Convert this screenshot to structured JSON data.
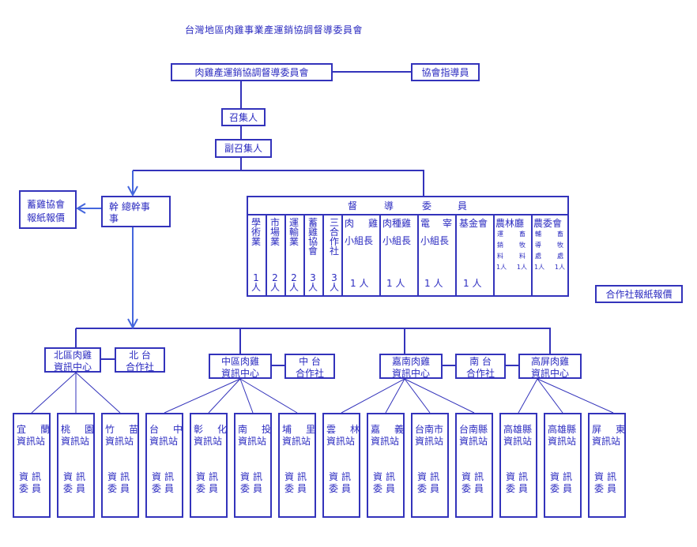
{
  "title": "台灣地區肉雞事業產運銷協調督導委員會",
  "top": {
    "main_committee": "肉雞產運銷協調督導委員會",
    "advisor": "協會指導員",
    "convener": "召集人",
    "deputy_convener": "副召集人",
    "secretary": [
      "幹 總幹事",
      "事"
    ],
    "association_price": [
      "蓄雞協會",
      "報紙報價"
    ],
    "coop_price": "合作社報紙報價"
  },
  "committee": {
    "header": [
      "督",
      "導",
      "委",
      "員"
    ],
    "columns": [
      {
        "name": "學術業",
        "count": [
          "1",
          "人"
        ]
      },
      {
        "name": "市場業",
        "count": [
          "2",
          "人"
        ]
      },
      {
        "name": "運輸業",
        "count": [
          "2",
          "人"
        ]
      },
      {
        "name": "蓄雞協會",
        "count": [
          "3",
          "人"
        ]
      },
      {
        "name": "三合作社",
        "count": [
          "3",
          "人"
        ]
      },
      {
        "name_line1": [
          "肉",
          "雞"
        ],
        "name_line2": "小組長",
        "count": "1 人"
      },
      {
        "name_line1": [
          "肉種雞"
        ],
        "name_line2": "小組長",
        "count": "1 人"
      },
      {
        "name_line1": [
          "電",
          "宰"
        ],
        "name_line2": "小組長",
        "count": "1 人"
      },
      {
        "name_line1": [
          "基金會"
        ],
        "name_line2": "",
        "count": "1 人"
      },
      {
        "name": "農林廳",
        "sub": [
          [
            "運",
            "銷",
            "料"
          ],
          [
            "畜",
            "牧",
            "料"
          ]
        ],
        "counts": [
          "1人",
          "1人"
        ]
      },
      {
        "name": "農委會",
        "sub": [
          [
            "輔",
            "導",
            "處"
          ],
          [
            "畜",
            "牧",
            "處"
          ]
        ],
        "counts": [
          "1人",
          "1人"
        ]
      }
    ]
  },
  "regions": [
    {
      "name": [
        "北區肉雞",
        "資訊中心"
      ]
    },
    {
      "name": [
        "中區肉雞",
        "資訊中心"
      ]
    },
    {
      "name": [
        "嘉南肉雞",
        "資訊中心"
      ]
    },
    {
      "name": [
        "高屏肉雞",
        "資訊中心"
      ]
    }
  ],
  "coops": [
    {
      "name": [
        "北 台",
        "合作社"
      ]
    },
    {
      "name": [
        "中 台",
        "合作社"
      ]
    },
    {
      "name": [
        "南 台",
        "合作社"
      ]
    }
  ],
  "stations": [
    {
      "name": [
        "宜",
        "蘭"
      ],
      "suffix": "資訊站"
    },
    {
      "name": [
        "桃",
        "園"
      ],
      "suffix": "資訊站"
    },
    {
      "name": [
        "竹",
        "苗"
      ],
      "suffix": "資訊站"
    },
    {
      "name": [
        "台",
        "中"
      ],
      "suffix": "資訊站"
    },
    {
      "name": [
        "彰",
        "化"
      ],
      "suffix": "資訊站"
    },
    {
      "name": [
        "南",
        "投"
      ],
      "suffix": "資訊站"
    },
    {
      "name": [
        "埔",
        "里"
      ],
      "suffix": "資訊站"
    },
    {
      "name": [
        "雲",
        "林"
      ],
      "suffix": "資訊站"
    },
    {
      "name": [
        "嘉",
        "義"
      ],
      "suffix": "資訊站"
    },
    {
      "name": [
        "台南市"
      ],
      "suffix": "資訊站"
    },
    {
      "name": [
        "台南縣"
      ],
      "suffix": "資訊站"
    },
    {
      "name": [
        "高雄縣"
      ],
      "suffix": "資訊站"
    },
    {
      "name": [
        "高雄縣"
      ],
      "suffix": "資訊站"
    },
    {
      "name": [
        "屏",
        "東"
      ],
      "suffix": "資訊站"
    }
  ],
  "station_role": [
    "資訊",
    "委員"
  ],
  "colors": {
    "line": "#3333bb",
    "text": "#2b2bc0",
    "arrow": "#4466dd"
  }
}
